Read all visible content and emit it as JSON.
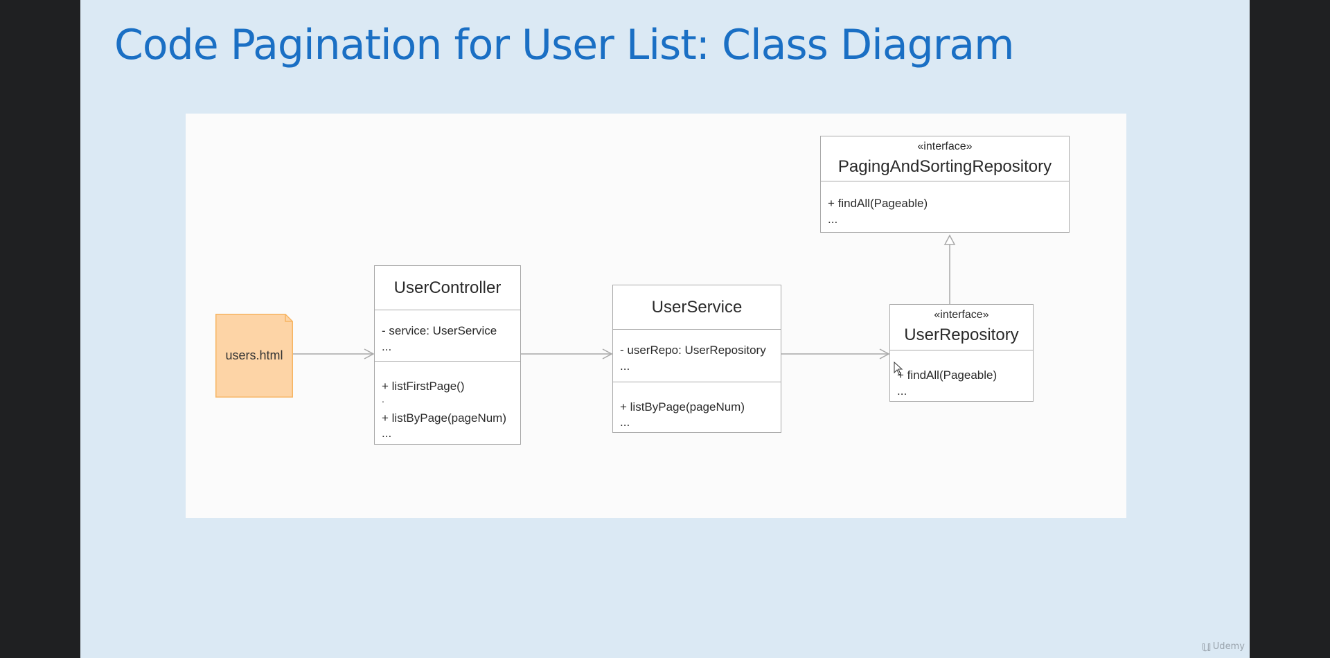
{
  "slide": {
    "title": "Code Pagination for User List: Class Diagram"
  },
  "diagram": {
    "note": {
      "label": "users.html",
      "fill": "#fdd4a6",
      "stroke": "#f6b462"
    },
    "classes": {
      "user_controller": {
        "name": "UserController",
        "attributes": [
          "- service: UserService",
          "..."
        ],
        "methods": [
          "+ listFirstPage()",
          ".",
          "+ listByPage(pageNum)",
          "..."
        ]
      },
      "user_service": {
        "name": "UserService",
        "attributes": [
          "- userRepo: UserRepository",
          "..."
        ],
        "methods": [
          "+ listByPage(pageNum)",
          "..."
        ]
      },
      "user_repository": {
        "stereotype": "«interface»",
        "name": "UserRepository",
        "methods": [
          "+ findAll(Pageable)",
          "..."
        ]
      },
      "paging_repository": {
        "stereotype": "«interface»",
        "name": "PagingAndSortingRepository",
        "methods": [
          "+ findAll(Pageable)",
          "..."
        ]
      }
    },
    "line_color": "#a8a8a8"
  },
  "watermark": {
    "text": "Udemy"
  },
  "colors": {
    "title": "#1a6fc4",
    "slide_background": "#dbe9f4",
    "frame": "#1f2022"
  }
}
